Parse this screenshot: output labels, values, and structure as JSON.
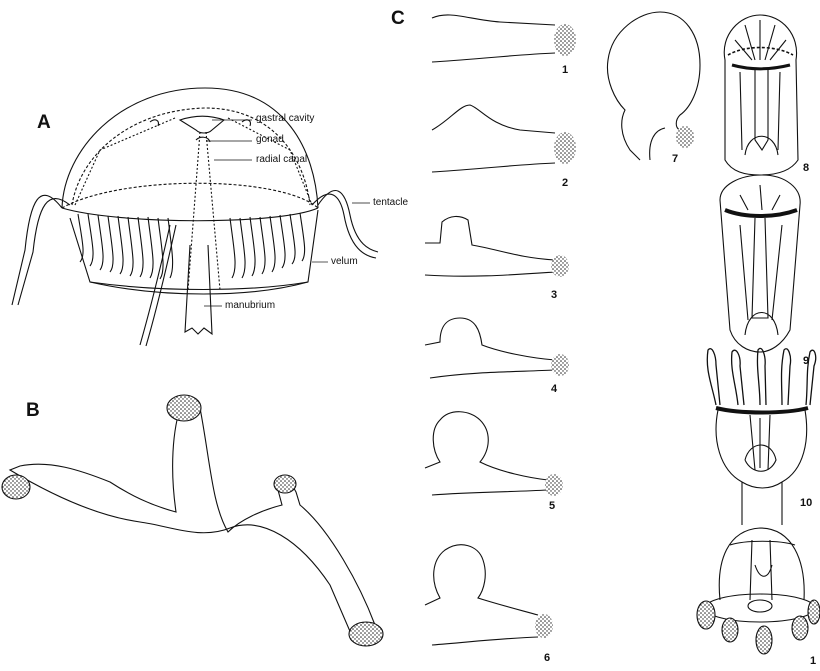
{
  "panels": {
    "a": "A",
    "b": "B",
    "c": "C"
  },
  "medusa_labels": {
    "gastral_cavity": "gastral cavity",
    "gonad": "gonad",
    "radial_canal": "radial canal",
    "tentacle": "tentacle",
    "velum": "velum",
    "manubrium": "manubrium"
  },
  "stages": [
    "1",
    "2",
    "3",
    "4",
    "5",
    "6",
    "7",
    "8",
    "9",
    "10",
    "1"
  ]
}
